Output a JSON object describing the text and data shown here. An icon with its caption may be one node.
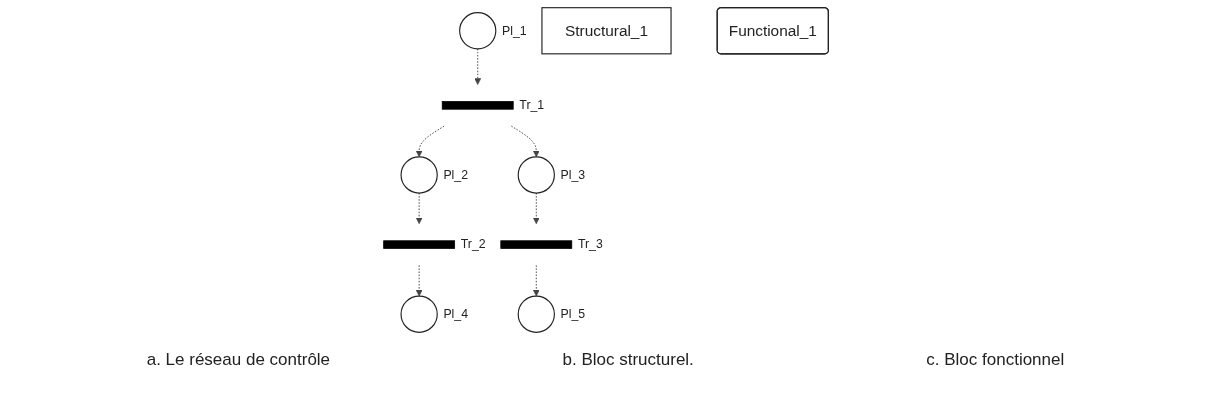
{
  "diagram": {
    "nodes": [
      {
        "text": [],
        "shape": "circle",
        "beside": [
          "Pl_1"
        ]
      },
      {
        "text": [],
        "shape": "bar",
        "beside": [
          "Tr_1"
        ]
      },
      {
        "text": [],
        "shape": "circle",
        "beside": [
          "Pl_2"
        ]
      },
      {
        "text": [],
        "shape": "circle",
        "beside": [
          "Pl_3"
        ]
      },
      {
        "text": [],
        "shape": "bar",
        "beside": [
          "Tr_2"
        ]
      },
      {
        "text": [],
        "shape": "bar",
        "beside": [
          "Tr_3"
        ]
      },
      {
        "text": [],
        "shape": "circle",
        "beside": [
          "Pl_4"
        ]
      },
      {
        "text": [],
        "shape": "circle",
        "beside": [
          "Pl_5"
        ]
      },
      {
        "text": [
          "Structural_1"
        ]
      },
      {
        "text": [
          "Functional_1"
        ]
      }
    ],
    "edges": [
      {
        "from": 0,
        "to": 1,
        "arrow": "to",
        "style": "dashed"
      },
      {
        "from": 1,
        "to": 2,
        "arrow": "to",
        "style": "dashed"
      },
      {
        "from": 1,
        "to": 3,
        "arrow": "to",
        "style": "dashed"
      },
      {
        "from": 2,
        "to": 4,
        "arrow": "to",
        "style": "dashed"
      },
      {
        "from": 3,
        "to": 5,
        "arrow": "to",
        "style": "dashed"
      },
      {
        "from": 4,
        "to": 6,
        "arrow": "to",
        "style": "dashed"
      },
      {
        "from": 5,
        "to": 7,
        "arrow": "to",
        "style": "dashed"
      }
    ],
    "labels": [
      "a. Le réseau de contrôle",
      "b. Bloc structurel.",
      "c. Bloc fonctionnel"
    ]
  }
}
